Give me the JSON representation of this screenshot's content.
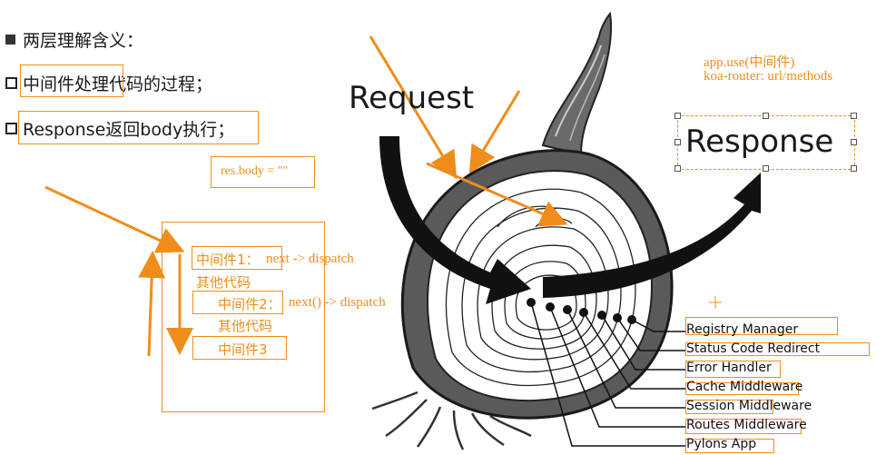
{
  "bullets": [
    {
      "marker": "filled",
      "text": "两层理解含义："
    },
    {
      "marker": "hollow",
      "text": "中间件处理代码的过程；"
    },
    {
      "marker": "hollow",
      "text": "Response返回body执行；"
    }
  ],
  "notes": {
    "res_body": "res.body = \"\"",
    "app_use": "app.use(中间件)",
    "koa_router": "koa-router: url/methods"
  },
  "flow": {
    "mw1": "中间件1：",
    "mw1_next": "next -> dispatch",
    "other1": "其他代码",
    "mw2": "中间件2：",
    "mw2_next": "next() -> dispatch",
    "other2": "其他代码",
    "mw3": "中间件3"
  },
  "diagram": {
    "request_label": "Request",
    "response_label": "Response",
    "layers": [
      "Registry Manager",
      "Status Code Redirect",
      "Error Handler",
      "Cache Middleware",
      "Session Middleware",
      "Routes Middleware",
      "Pylons App"
    ]
  },
  "colors": {
    "annotation": "#f08c1a",
    "onion_dark": "#3d3d3d",
    "onion_mid": "#8a8a8a"
  }
}
